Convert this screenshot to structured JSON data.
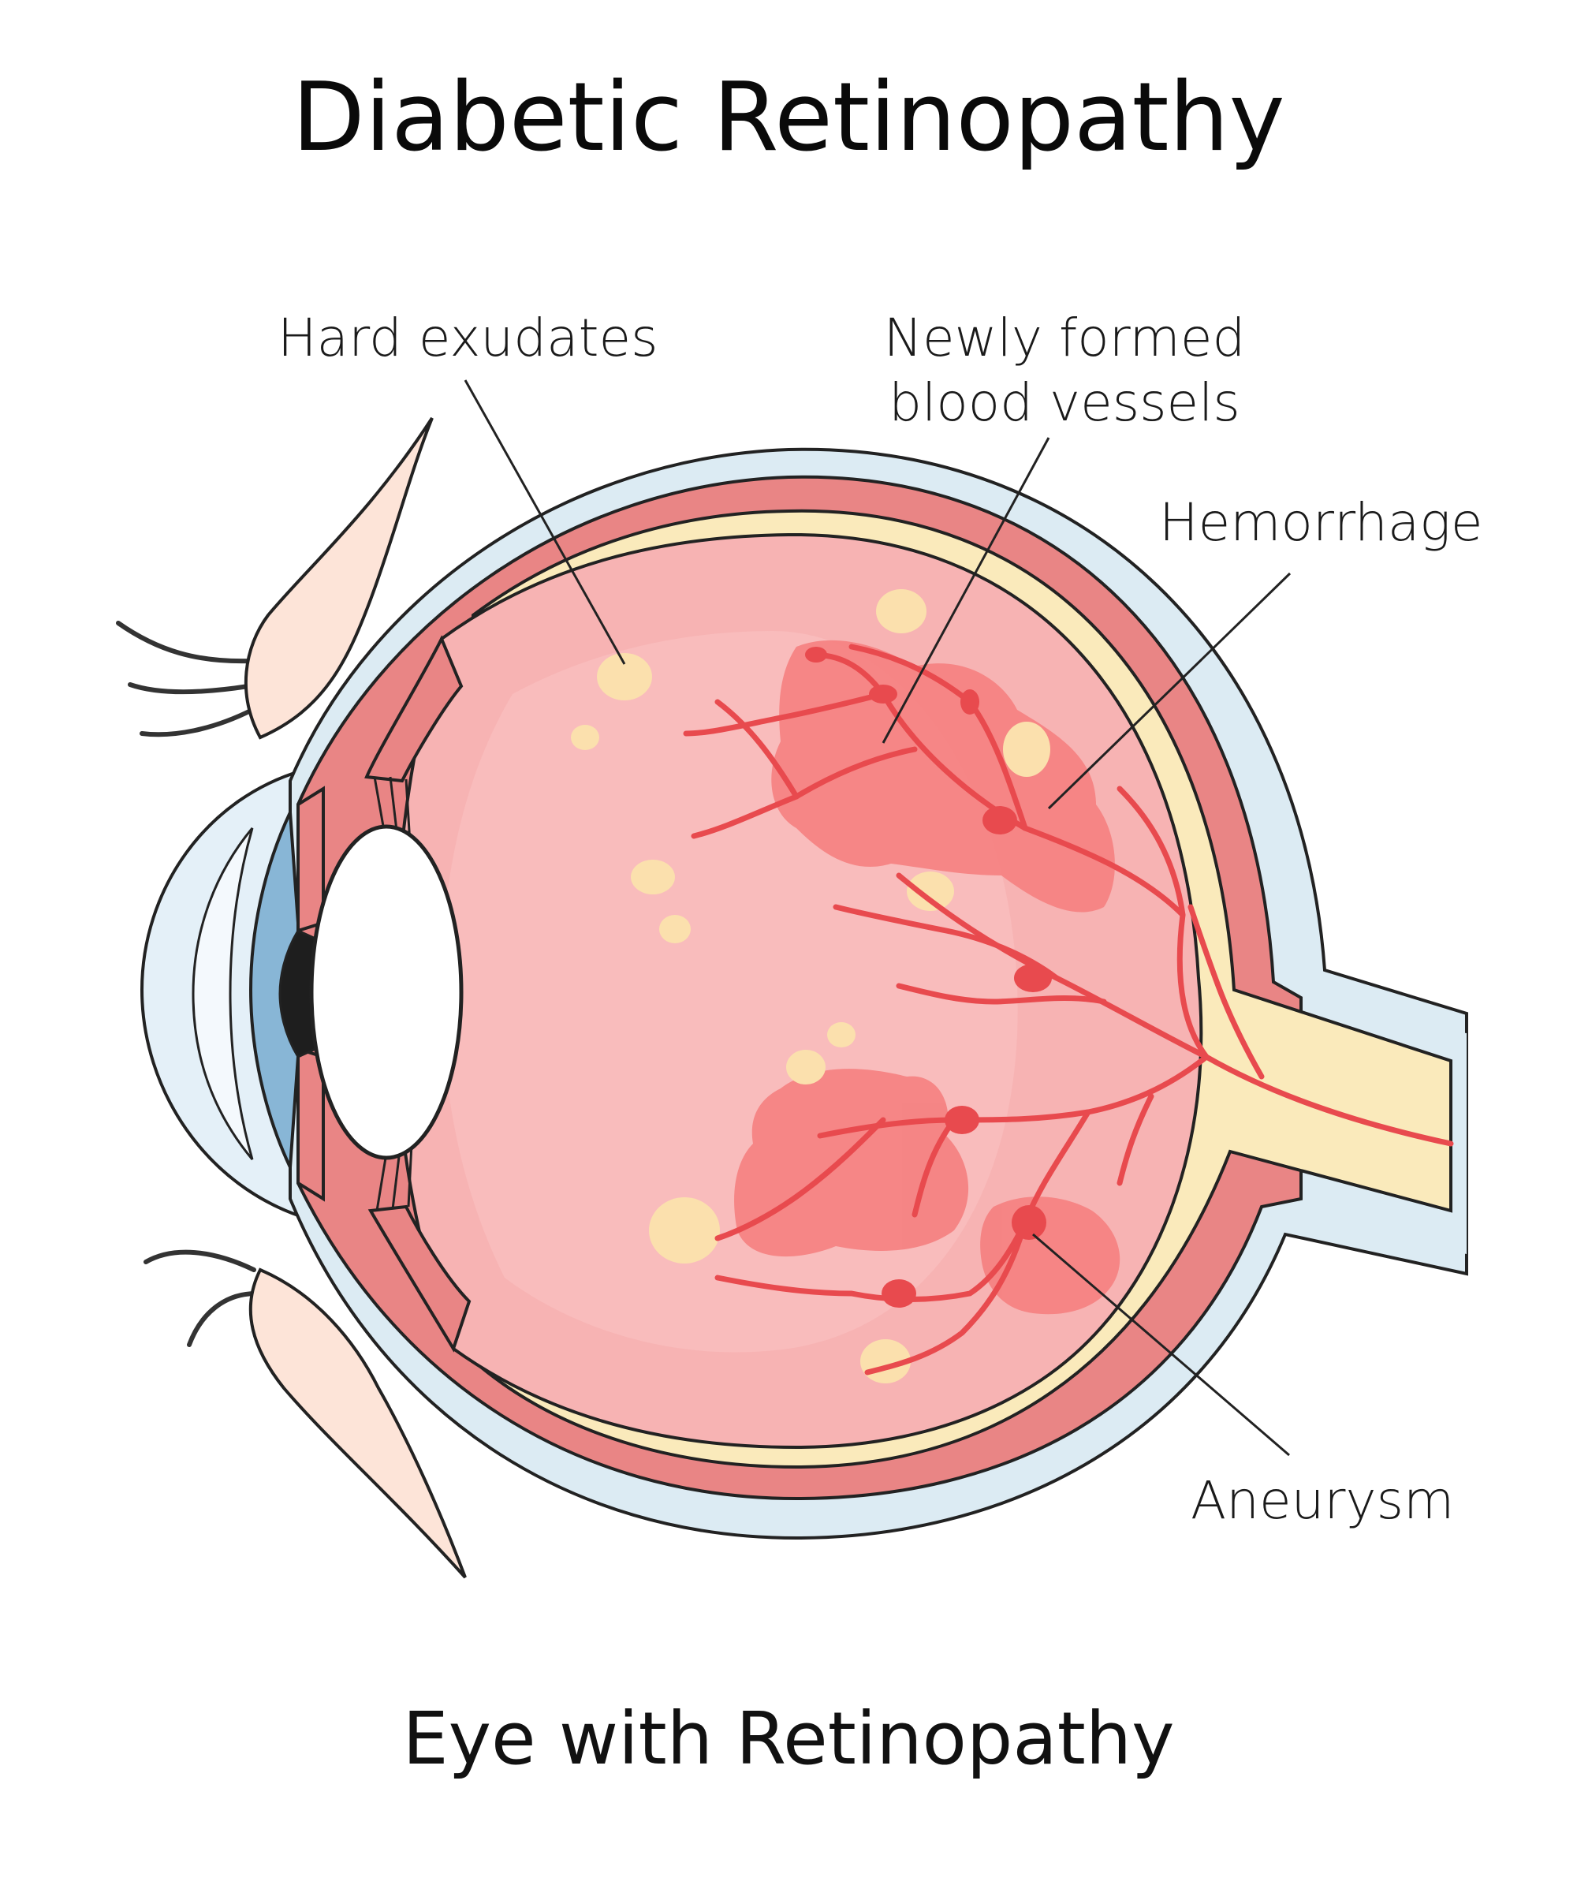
{
  "title": "Diabetic Retinopathy",
  "subtitle": "Eye with Retinopathy",
  "labels": {
    "hard_exudates": "Hard exudates",
    "newly_formed_vessels": "Newly formed blood vessels",
    "hemorrhage": "Hemorrhage",
    "aneurysm": "Aneurysm"
  },
  "colors": {
    "sclera": "#dcebf3",
    "choroid": "#e98585",
    "retina_layer": "#faeabb",
    "vitreous": "#f7b3b3",
    "hemorrhage": "#f58080",
    "vessel": "#e84a4e",
    "exudate": "#fbe0ad",
    "iris": "#88b6d6",
    "cornea": "#e4f0f8",
    "skin": "#fde4d8",
    "outline": "#222222"
  }
}
